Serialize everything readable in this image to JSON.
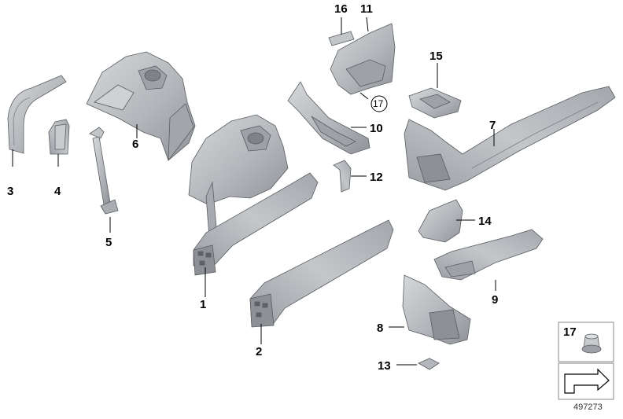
{
  "diagram": {
    "callouts": [
      {
        "id": "c1",
        "label": "1"
      },
      {
        "id": "c2",
        "label": "2"
      },
      {
        "id": "c3",
        "label": "3"
      },
      {
        "id": "c4",
        "label": "4"
      },
      {
        "id": "c5",
        "label": "5"
      },
      {
        "id": "c6",
        "label": "6"
      },
      {
        "id": "c7",
        "label": "7"
      },
      {
        "id": "c8",
        "label": "8"
      },
      {
        "id": "c9",
        "label": "9"
      },
      {
        "id": "c10",
        "label": "10"
      },
      {
        "id": "c11",
        "label": "11"
      },
      {
        "id": "c12",
        "label": "12"
      },
      {
        "id": "c13",
        "label": "13"
      },
      {
        "id": "c14",
        "label": "14"
      },
      {
        "id": "c15",
        "label": "15"
      },
      {
        "id": "c16",
        "label": "16"
      },
      {
        "id": "c17",
        "label": "17"
      }
    ],
    "legend": {
      "part_label": "17"
    },
    "diagram_id": "497273",
    "colors": {
      "part_fill": "#b9bcc0",
      "part_dark": "#8e9297",
      "part_light": "#d9dbde",
      "outline": "#5a5d61",
      "leader": "#000000"
    }
  }
}
